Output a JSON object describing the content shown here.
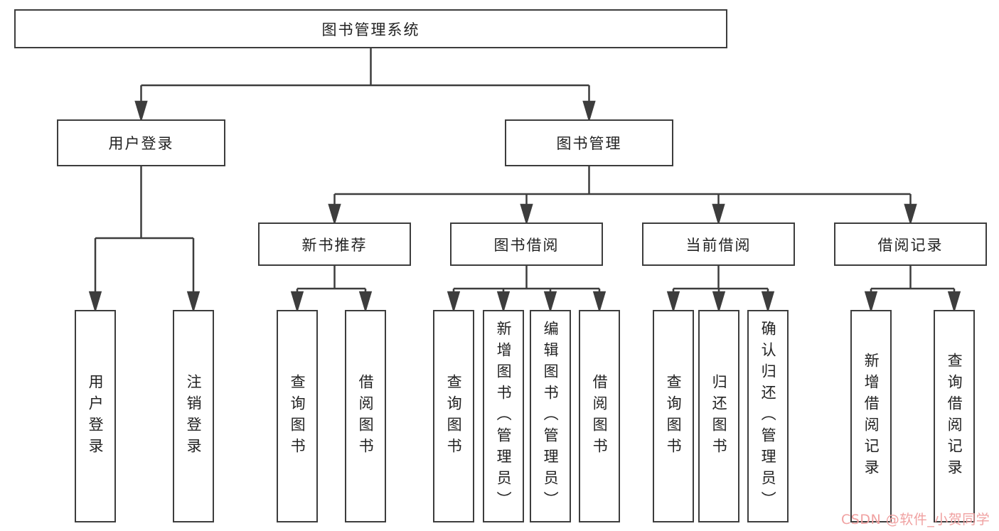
{
  "diagram": {
    "title": "图书管理系统",
    "tree": {
      "root": {
        "label": "图书管理系统"
      },
      "children": [
        {
          "label": "用户登录",
          "children": [
            {
              "label": "用户登录"
            },
            {
              "label": "注销登录"
            }
          ]
        },
        {
          "label": "图书管理",
          "children": [
            {
              "label": "新书推荐",
              "children": [
                {
                  "label": "查询图书"
                },
                {
                  "label": "借阅图书"
                }
              ]
            },
            {
              "label": "图书借阅",
              "children": [
                {
                  "label": "查询图书"
                },
                {
                  "label": "新增图书（管理员）"
                },
                {
                  "label": "编辑图书（管理员）"
                },
                {
                  "label": "借阅图书"
                }
              ]
            },
            {
              "label": "当前借阅",
              "children": [
                {
                  "label": "查询图书"
                },
                {
                  "label": "归还图书"
                },
                {
                  "label": "确认归还（管理员）"
                }
              ]
            },
            {
              "label": "借阅记录",
              "children": [
                {
                  "label": "新增借阅记录"
                },
                {
                  "label": "查询借阅记录"
                }
              ]
            }
          ]
        }
      ]
    },
    "colors": {
      "line": "#3d3d3d",
      "box_background": "#ffffff",
      "text": "#222222",
      "watermark": "#f0a1a1"
    }
  },
  "watermark": {
    "text": "CSDN @软件_小贺同学"
  }
}
